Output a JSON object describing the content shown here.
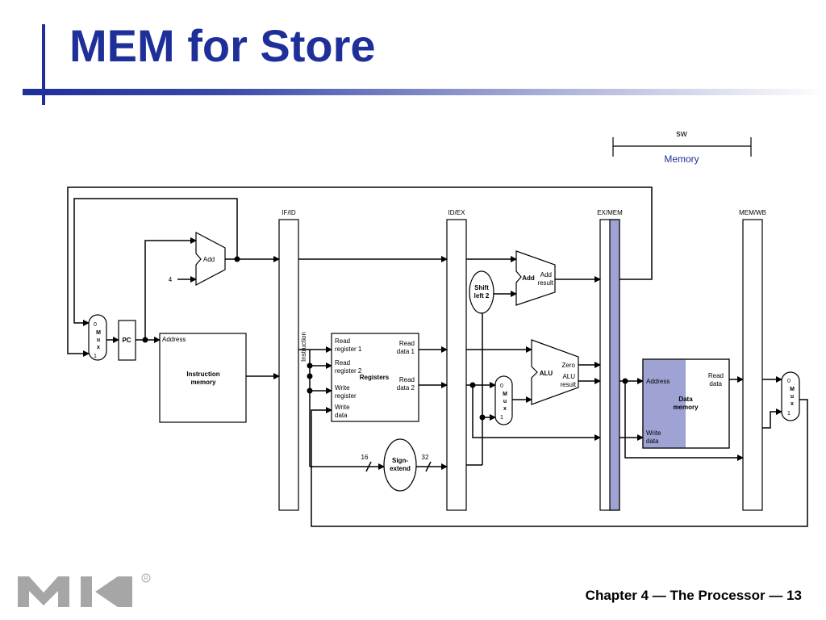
{
  "slide": {
    "title": "MEM for Store",
    "footer": "Chapter 4 — The Processor — 13",
    "logo_icon": "mk-logo"
  },
  "stage": {
    "instruction": "sw",
    "name": "Memory"
  },
  "registers": {
    "if_id": "IF/ID",
    "id_ex": "ID/EX",
    "ex_mem": "EX/MEM",
    "mem_wb": "MEM/WB"
  },
  "blocks": {
    "add_pc": "Add",
    "const_four": "4",
    "pc": "PC",
    "mux_pc": {
      "top": "0",
      "m": "M",
      "u": "u",
      "x": "x",
      "bottom": "1"
    },
    "imem": {
      "address": "Address",
      "name_1": "Instruction",
      "name_2": "memory"
    },
    "instruction_vertical": "Instruction",
    "regfile": {
      "read_reg1_a": "Read",
      "read_reg1_b": "register 1",
      "read_reg2_a": "Read",
      "read_reg2_b": "register 2",
      "write_reg_a": "Write",
      "write_reg_b": "register",
      "write_data_a": "Write",
      "write_data_b": "data",
      "read_data1_a": "Read",
      "read_data1_b": "data 1",
      "read_data2_a": "Read",
      "read_data2_b": "data 2",
      "name": "Registers"
    },
    "sign_extend": {
      "a": "Sign-",
      "b": "extend",
      "in_width": "16",
      "out_width": "32"
    },
    "shift_left": {
      "a": "Shift",
      "b": "left 2"
    },
    "add_branch": {
      "name": "Add",
      "result_a": "Add",
      "result_b": "result"
    },
    "mux_alu": {
      "top": "0",
      "m": "M",
      "u": "u",
      "x": "x",
      "bottom": "1"
    },
    "alu": {
      "name": "ALU",
      "zero": "Zero",
      "result_a": "ALU",
      "result_b": "result"
    },
    "dmem": {
      "address": "Address",
      "read_a": "Read",
      "read_b": "data",
      "name_a": "Data",
      "name_b": "memory",
      "write_a": "Write",
      "write_b": "data"
    },
    "mux_wb": {
      "top": "0",
      "m": "M",
      "u": "u",
      "x": "x",
      "bottom": "1"
    }
  },
  "colors": {
    "title": "#1f2f99",
    "highlight": "#9ea3d3",
    "line": "#000000",
    "stage_label": "#1f2f99"
  }
}
